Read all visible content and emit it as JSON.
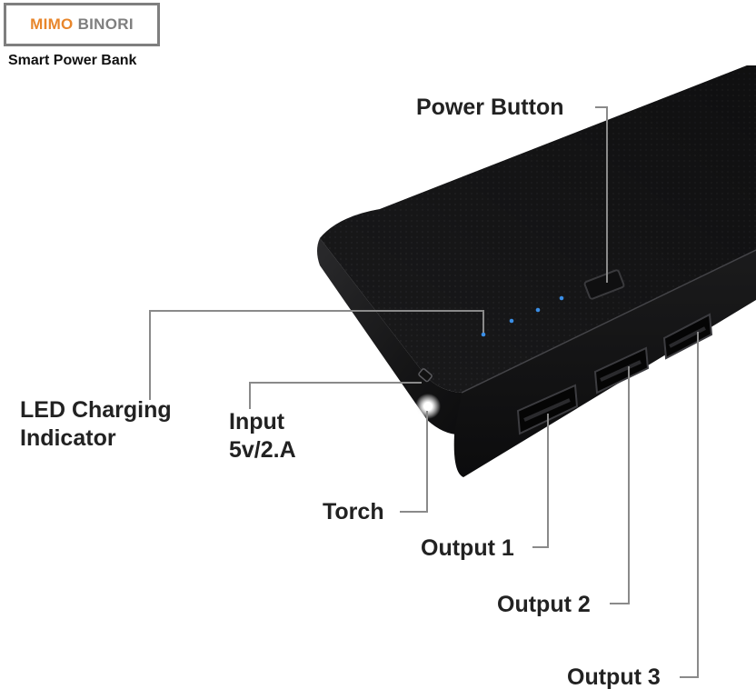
{
  "brand": {
    "logo_part1": "MIMO",
    "logo_part2": "BINORI",
    "subtitle": "Smart Power Bank"
  },
  "callouts": {
    "power_button": "Power Button",
    "led_indicator": [
      "LED Charging",
      "Indicator"
    ],
    "input": [
      "Input",
      "5v/2.A"
    ],
    "torch": "Torch",
    "output_1": "Output 1",
    "output_2": "Output 2",
    "output_3": "Output 3"
  },
  "colors": {
    "logo_accent": "#e8862b",
    "logo_gray": "#7f7f7f",
    "device_body": "#1e1e20",
    "leader_line": "#8a8a8a",
    "led_blue": "#3a8ee6"
  }
}
